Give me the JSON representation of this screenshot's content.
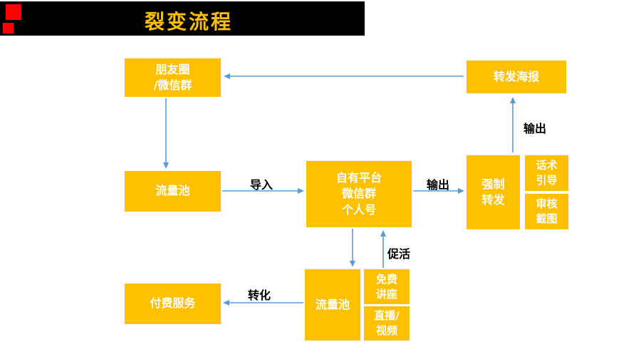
{
  "title": "裂变流程",
  "colors": {
    "node_fill": "#FFC000",
    "node_text": "#FFFFFF",
    "arrow": "#5B9BD5",
    "header_bg": "#000000",
    "title_text": "#FFC000",
    "accent_red": "#FF0000"
  },
  "nodes": {
    "moments_wechat_group": {
      "label": "朋友圈\n/微信群"
    },
    "forward_poster": {
      "label": "转发海报"
    },
    "traffic_pool_left": {
      "label": "流量池"
    },
    "own_platform": {
      "label": "自有平台\n微信群\n个人号"
    },
    "forced_forward": {
      "label": "强制\n转发"
    },
    "script_guidance": {
      "label": "话术\n引导"
    },
    "review_screenshot": {
      "label": "审核\n截图"
    },
    "paid_service": {
      "label": "付费服务"
    },
    "traffic_pool_bottom": {
      "label": "流量池"
    },
    "free_lecture": {
      "label": "免费\n讲座"
    },
    "live_video": {
      "label": "直播/\n视频"
    }
  },
  "edge_labels": {
    "import": "导入",
    "output_to_forward": "输出",
    "output_to_poster": "输出",
    "activate": "促活",
    "convert": "转化"
  }
}
